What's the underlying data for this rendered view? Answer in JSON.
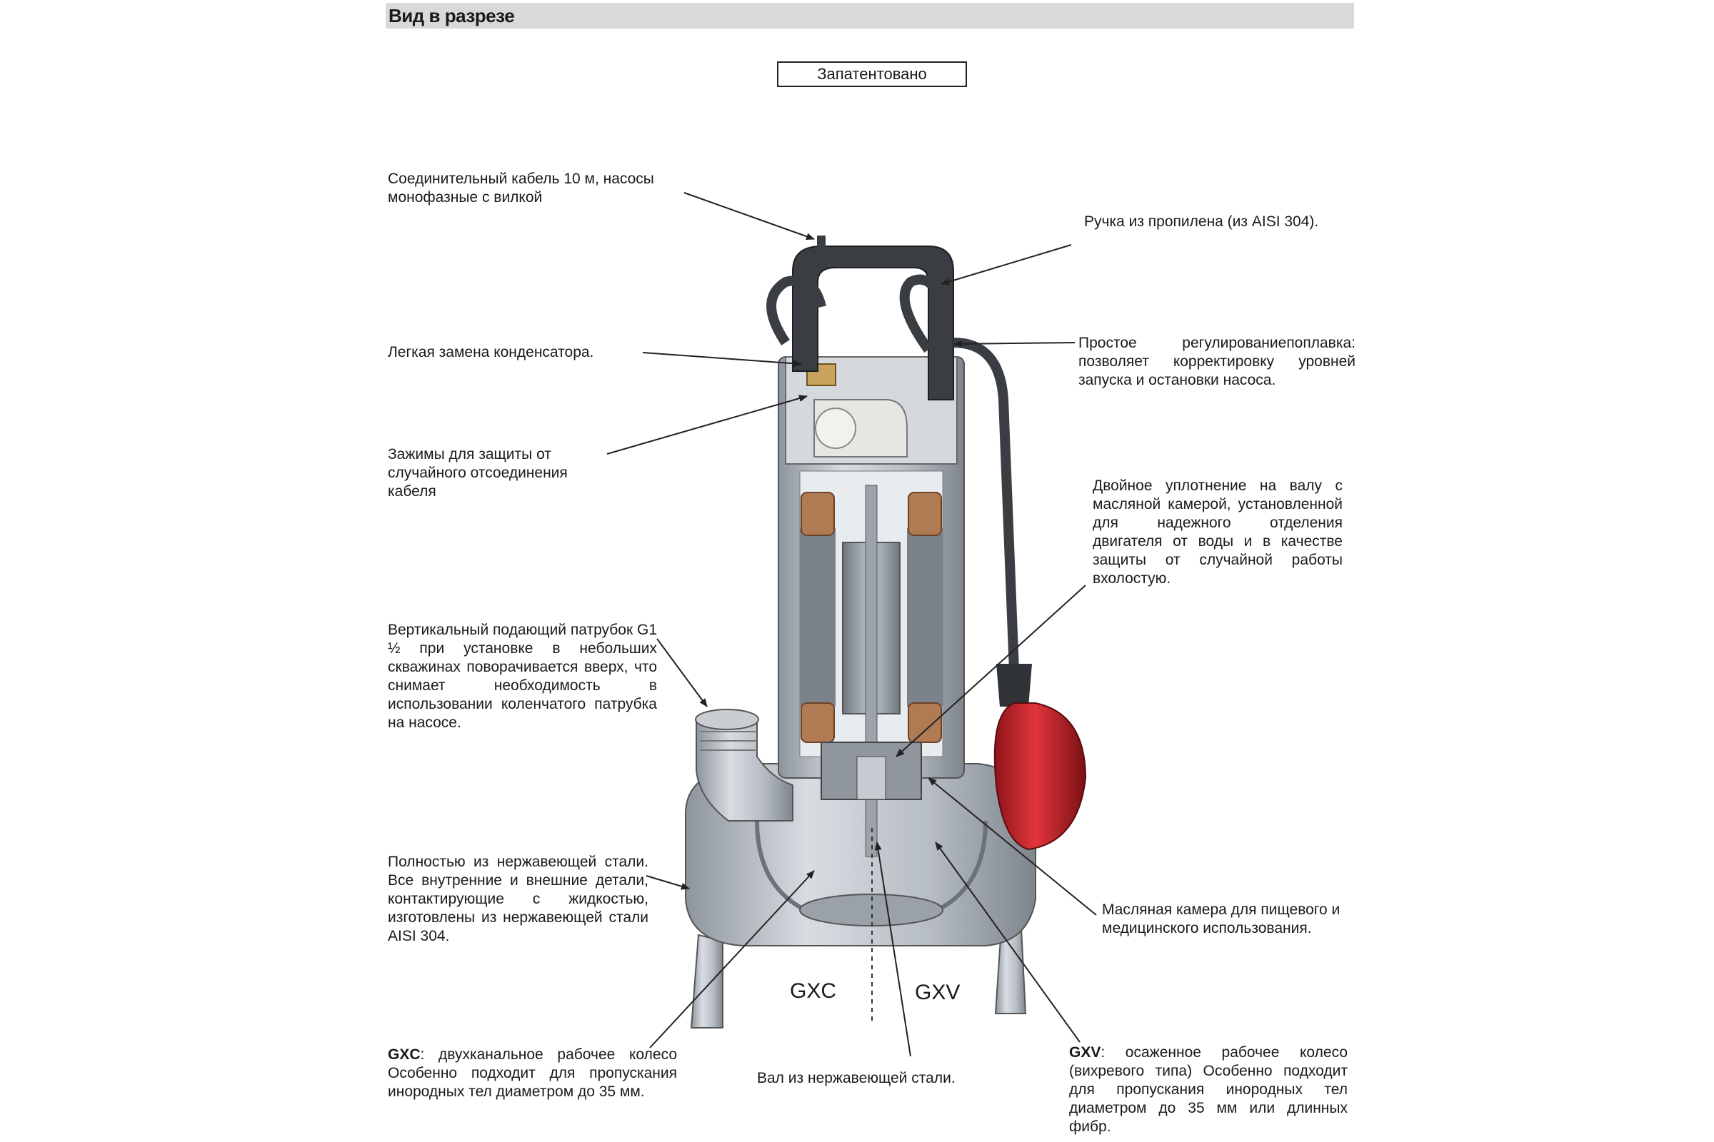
{
  "header": {
    "title": "Вид в разрезе"
  },
  "badge": {
    "patent": "Запатентовано"
  },
  "callouts": {
    "cable": "Соединительный кабель 10 м, насосы монофазные с вилкой",
    "handle": "Ручка из пропилена (из AISI 304).",
    "capacitor": "Легкая замена конденсатора.",
    "float_adjust": "Простое регулированиепоплавка: позволяет корректировку уровней запуска и остановки насоса.",
    "clamps": "Зажимы для защиты от случайного отсоединения кабеля",
    "seal": "Двойное уплотнение на валу с масляной камерой, установленной для надежного отделения двигателя от воды и в качестве защиты от случайной работы вхолостую.",
    "outlet": "Вертикальный подающий патрубок G1 ½ при установке в небольших скважинах поворачивается вверх, что снимает необходимость в использовании коленчатого патрубка на насосе.",
    "steel": "Полностью из нержавеющей стали. Все внутренние и внешние детали, контактирующие с жидкостью, изготовлены из нержавеющей стали AISI 304.",
    "oil_chamber": "Масляная камера для пищевого и медицинского использования.",
    "gxc_name": "GXC",
    "gxc_desc": ": двухканальное рабочее колесо Особенно подходит для пропускания инородных тел диаметром до 35 мм.",
    "shaft": "Вал из нержавеющей стали.",
    "gxv_name": "GXV",
    "gxv_desc": ": осаженное рабочее колесо (вихревого типа) Особенно подходит для пропускания инородных тел диаметром до 35 мм или длинных фибр."
  },
  "models": {
    "left": "GXC",
    "right": "GXV"
  },
  "colors": {
    "float": "#c9252b",
    "handle": "#3a3d42",
    "steel": "#b9bec4",
    "copper": "#b07a52",
    "header_bg": "#d9d9d9"
  }
}
